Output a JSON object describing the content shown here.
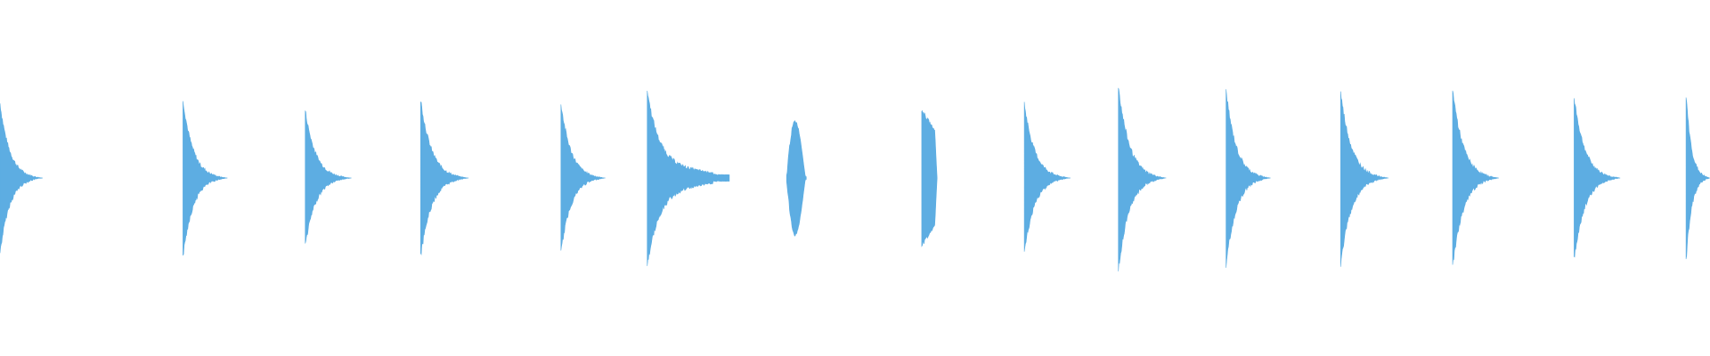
{
  "colors": {
    "background": "#ffffff",
    "waveform": "#5dade2"
  },
  "waveform": {
    "duration": 1,
    "hits": [
      {
        "start": 0.0,
        "length": 0.025,
        "amplitude": 0.42,
        "decay": "percussive"
      },
      {
        "start": 0.107,
        "length": 0.026,
        "amplitude": 0.44,
        "decay": "percussive"
      },
      {
        "start": 0.1785,
        "length": 0.027,
        "amplitude": 0.38,
        "decay": "percussive"
      },
      {
        "start": 0.246,
        "length": 0.028,
        "amplitude": 0.44,
        "decay": "percussive"
      },
      {
        "start": 0.328,
        "length": 0.026,
        "amplitude": 0.42,
        "decay": "percussive"
      },
      {
        "start": 0.3785,
        "length": 0.048,
        "amplitude": 0.44,
        "decay": "sustained"
      },
      {
        "start": 0.46,
        "length": 0.0115,
        "amplitude": 0.37,
        "decay": "swell"
      },
      {
        "start": 0.539,
        "length": 0.009,
        "amplitude": 0.38,
        "decay": "short"
      },
      {
        "start": 0.599,
        "length": 0.027,
        "amplitude": 0.42,
        "decay": "percussive"
      },
      {
        "start": 0.654,
        "length": 0.028,
        "amplitude": 0.52,
        "decay": "percussive"
      },
      {
        "start": 0.717,
        "length": 0.026,
        "amplitude": 0.49,
        "decay": "percussive"
      },
      {
        "start": 0.784,
        "length": 0.028,
        "amplitude": 0.48,
        "decay": "percussive"
      },
      {
        "start": 0.8495,
        "length": 0.027,
        "amplitude": 0.5,
        "decay": "percussive"
      },
      {
        "start": 0.9205,
        "length": 0.027,
        "amplitude": 0.46,
        "decay": "percussive"
      },
      {
        "start": 0.986,
        "length": 0.014,
        "amplitude": 0.47,
        "decay": "percussive"
      }
    ]
  }
}
